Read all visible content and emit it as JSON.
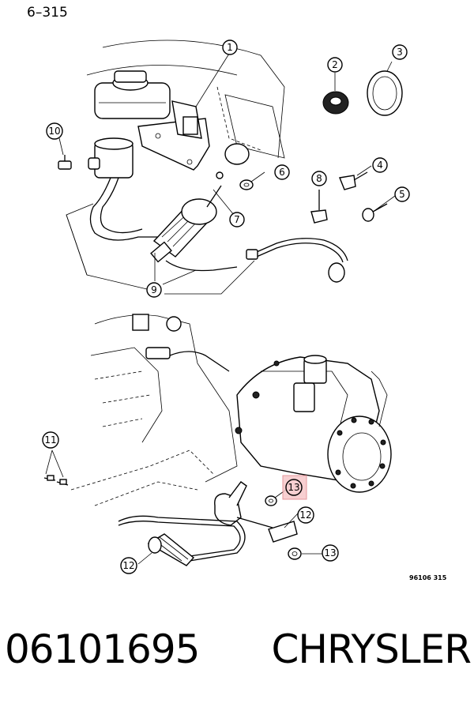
{
  "page_code": "6–315",
  "figure_code": "96106 315",
  "caption": {
    "part_number": "06101695",
    "brand": "CHRYSLER"
  },
  "callouts": {
    "c1": "1",
    "c2": "2",
    "c3": "3",
    "c4": "4",
    "c5": "5",
    "c6": "6",
    "c7": "7",
    "c8": "8",
    "c9": "9",
    "c10": "10",
    "c11": "11",
    "c12a": "12",
    "c12b": "12",
    "c13a": "13",
    "c13b": "13"
  },
  "highlight_color": "#f6c7c9"
}
